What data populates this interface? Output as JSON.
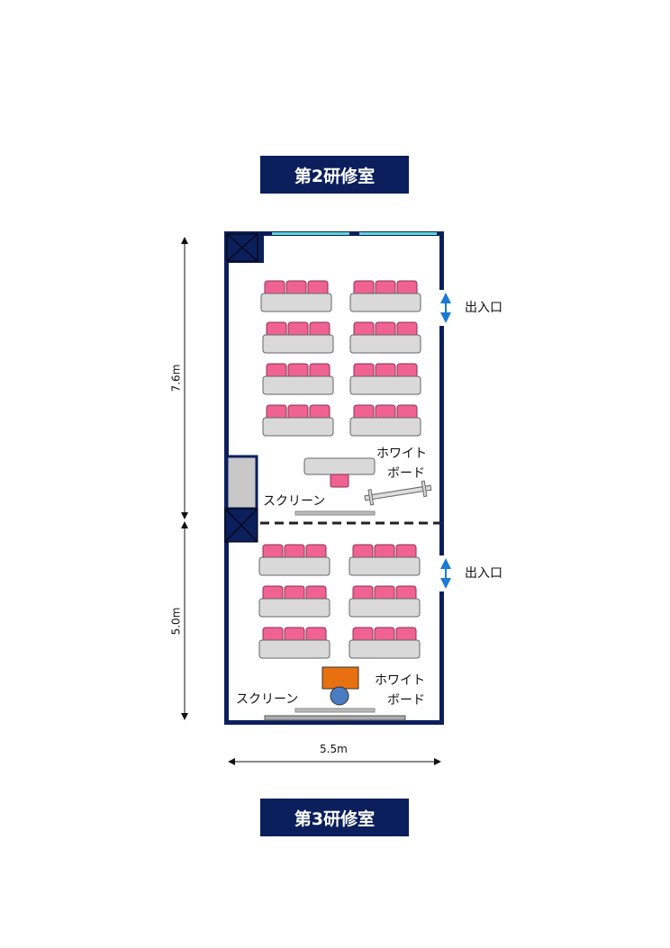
{
  "titles": {
    "top": "第2研修室",
    "bottom": "第3研修室"
  },
  "labels": {
    "entrance_upper": "出入口",
    "entrance_lower": "出入口",
    "whiteboard_upper": [
      "ホワイト",
      "ボード"
    ],
    "whiteboard_lower": [
      "ホワイト",
      "ボード"
    ],
    "screen_upper": "スクリーン",
    "screen_lower": "スクリーン"
  },
  "dimensions": {
    "upper_height": "7.6m",
    "lower_height": "5.0m",
    "width": "5.5m"
  },
  "layout": {
    "upper_room_desk_rows": 4,
    "lower_room_desk_rows": 3,
    "desks_per_row": 2,
    "chairs_per_desk": 3
  },
  "colors": {
    "wall": "#0a1f5c",
    "chair": "#f06292",
    "desk": "#d9d9d9",
    "podium": "#e8700e",
    "lectern": "#4a7cc4",
    "window": "#5ed6d6",
    "arrow": "#1a7ad4"
  }
}
